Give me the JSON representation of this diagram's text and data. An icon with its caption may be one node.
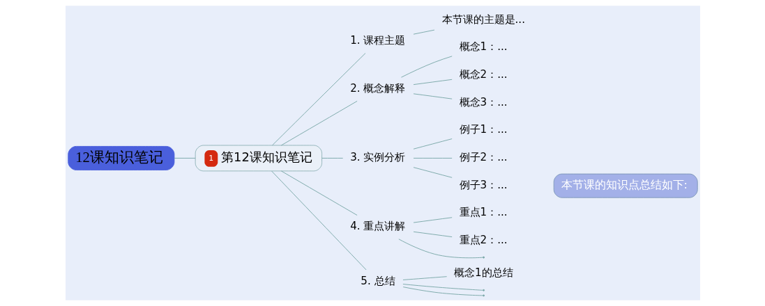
{
  "diagram": {
    "nodes": [
      {
        "text": [
          "12课知识笔记"
        ]
      },
      {
        "text": [
          "1",
          "第12课知识笔记"
        ]
      },
      {
        "text": [
          "1. 课程主题"
        ]
      },
      {
        "text": [
          "本节课的主题是..."
        ]
      },
      {
        "text": [
          "2. 概念解释"
        ]
      },
      {
        "text": [
          "概念1：..."
        ]
      },
      {
        "text": [
          "概念2：..."
        ]
      },
      {
        "text": [
          "概念3：..."
        ]
      },
      {
        "text": [
          "3. 实例分析"
        ]
      },
      {
        "text": [
          "例子1：..."
        ]
      },
      {
        "text": [
          "例子2：..."
        ]
      },
      {
        "text": [
          "例子3：..."
        ]
      },
      {
        "text": [
          "4. 重点讲解"
        ]
      },
      {
        "text": [
          "重点1：..."
        ]
      },
      {
        "text": [
          "重点2：..."
        ]
      },
      {
        "text": [],
        "shape": "point"
      },
      {
        "text": [
          "5. 总结"
        ]
      },
      {
        "text": [
          "概念1的总结"
        ]
      },
      {
        "text": [],
        "shape": "point"
      },
      {
        "text": [],
        "shape": "point"
      },
      {
        "text": [
          "本节课的知识点总结如下:"
        ]
      }
    ],
    "edges": [
      {
        "from": 0,
        "to": 1,
        "arrow": "none"
      },
      {
        "from": 1,
        "to": 2,
        "arrow": "none"
      },
      {
        "from": 1,
        "to": 4,
        "arrow": "none"
      },
      {
        "from": 1,
        "to": 8,
        "arrow": "none"
      },
      {
        "from": 1,
        "to": 12,
        "arrow": "none"
      },
      {
        "from": 1,
        "to": 16,
        "arrow": "none"
      },
      {
        "from": 2,
        "to": 3,
        "arrow": "none"
      },
      {
        "from": 4,
        "to": 5,
        "arrow": "none"
      },
      {
        "from": 4,
        "to": 6,
        "arrow": "none"
      },
      {
        "from": 4,
        "to": 7,
        "arrow": "none"
      },
      {
        "from": 8,
        "to": 9,
        "arrow": "none"
      },
      {
        "from": 8,
        "to": 10,
        "arrow": "none"
      },
      {
        "from": 8,
        "to": 11,
        "arrow": "none"
      },
      {
        "from": 12,
        "to": 13,
        "arrow": "none"
      },
      {
        "from": 12,
        "to": 14,
        "arrow": "none"
      },
      {
        "from": 12,
        "to": 15,
        "arrow": "none"
      },
      {
        "from": 16,
        "to": 17,
        "arrow": "none"
      },
      {
        "from": 16,
        "to": 18,
        "arrow": "none"
      },
      {
        "from": 16,
        "to": 19,
        "arrow": "none"
      }
    ]
  }
}
